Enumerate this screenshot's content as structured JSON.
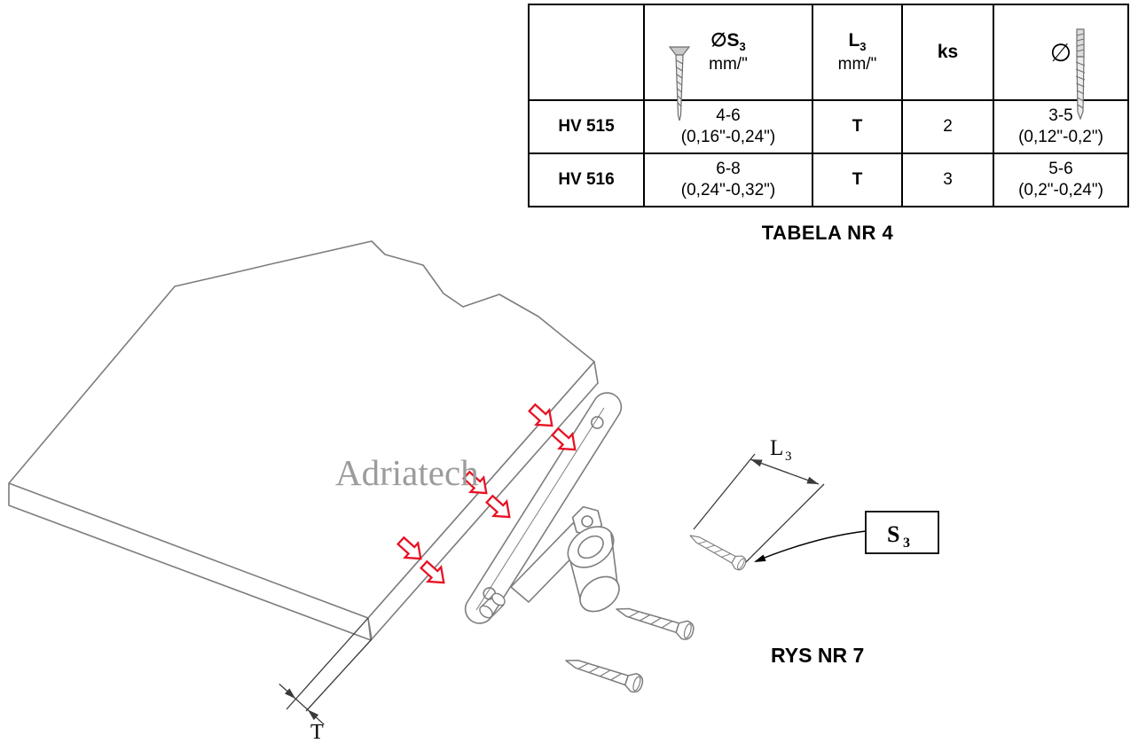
{
  "table": {
    "caption": "TABELA NR 4",
    "header": {
      "s3_prefix": "∅S",
      "s3_sub": "3",
      "s3_unit": "mm/\"",
      "l3_prefix": "L",
      "l3_sub": "3",
      "l3_unit": "mm/\"",
      "ks": "ks",
      "diameter": "∅"
    },
    "rows": [
      {
        "model": "HV 515",
        "s3_mm": "4-6",
        "s3_in": "(0,16\"-0,24\")",
        "l3": "T",
        "ks": "2",
        "d_mm": "3-5",
        "d_in": "(0,12\"-0,2\")"
      },
      {
        "model": "HV 516",
        "s3_mm": "6-8",
        "s3_in": "(0,24\"-0,32\")",
        "l3": "T",
        "ks": "3",
        "d_mm": "5-6",
        "d_in": "(0,2\"-0,24\")"
      }
    ]
  },
  "figure": {
    "caption": "RYS NR 7",
    "watermark": "Adriatech",
    "labels": {
      "l3_prefix": "L",
      "l3_sub": "3",
      "s3_prefix": "S",
      "s3_sub": "3",
      "t": "T"
    }
  },
  "colors": {
    "arrow_red": "#e81123",
    "line_gray": "#7d7d7d",
    "dim_dark": "#3a3a3a",
    "watermark_gray": "#9c9c9c"
  }
}
